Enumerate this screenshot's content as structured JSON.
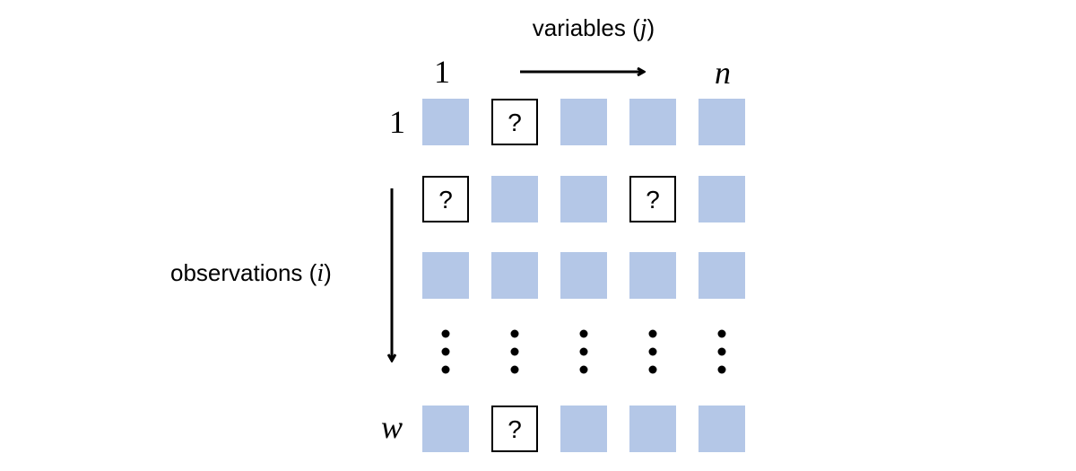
{
  "axes": {
    "variables_label": "variables (",
    "variables_symbol": "j",
    "variables_close": ")",
    "observations_label": "observations (",
    "observations_symbol": "i",
    "observations_close": ")"
  },
  "column_labels": {
    "first": "1",
    "last": "n"
  },
  "row_labels": {
    "first": "1",
    "last": "w"
  },
  "missing_marker": "?",
  "cell_color": "#b4c7e7",
  "grid": {
    "columns": 5,
    "rows": [
      {
        "type": "cells",
        "label": "1",
        "missing": [
          1
        ]
      },
      {
        "type": "cells",
        "label": "",
        "missing": [
          0,
          3
        ]
      },
      {
        "type": "cells",
        "label": "",
        "missing": []
      },
      {
        "type": "ellipsis",
        "label": "",
        "missing": []
      },
      {
        "type": "cells",
        "label": "w",
        "missing": [
          1
        ]
      }
    ]
  }
}
